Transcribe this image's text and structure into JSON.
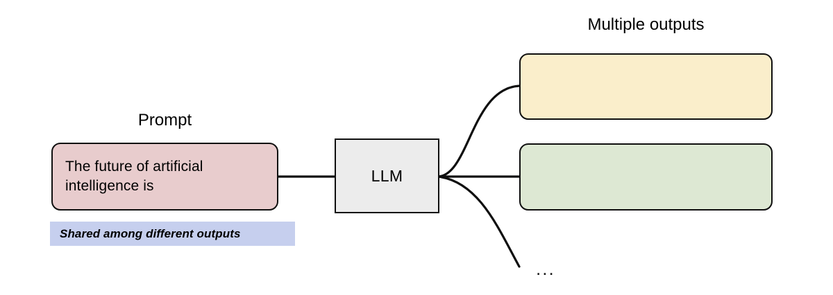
{
  "diagram": {
    "title": "LLM multiple outputs diagram",
    "background": "#ffffff"
  },
  "captions": {
    "prompt": "Prompt",
    "outputs": "Multiple outputs"
  },
  "nodes": {
    "prompt": {
      "text": "The future of artificial intelligence is",
      "fill": "#e8cccd",
      "stroke": "#0f0f0f"
    },
    "llm": {
      "text": "LLM",
      "fill": "#ececec",
      "stroke": "#0f0f0f"
    },
    "output_1": {
      "text": "",
      "fill": "#faeecb",
      "stroke": "#0f0f0f"
    },
    "output_2": {
      "text": "",
      "fill": "#dde8d3",
      "stroke": "#0f0f0f"
    }
  },
  "annotations": {
    "shared_note": "Shared among different outputs",
    "shared_note_fill": "#c6cfee",
    "ellipsis": "..."
  },
  "edges": [
    {
      "name": "prompt-to-llm",
      "kind": "straight"
    },
    {
      "name": "llm-to-output-1",
      "kind": "curve-up"
    },
    {
      "name": "llm-to-output-2",
      "kind": "straight"
    },
    {
      "name": "llm-to-ellipsis",
      "kind": "curve-down"
    }
  ]
}
